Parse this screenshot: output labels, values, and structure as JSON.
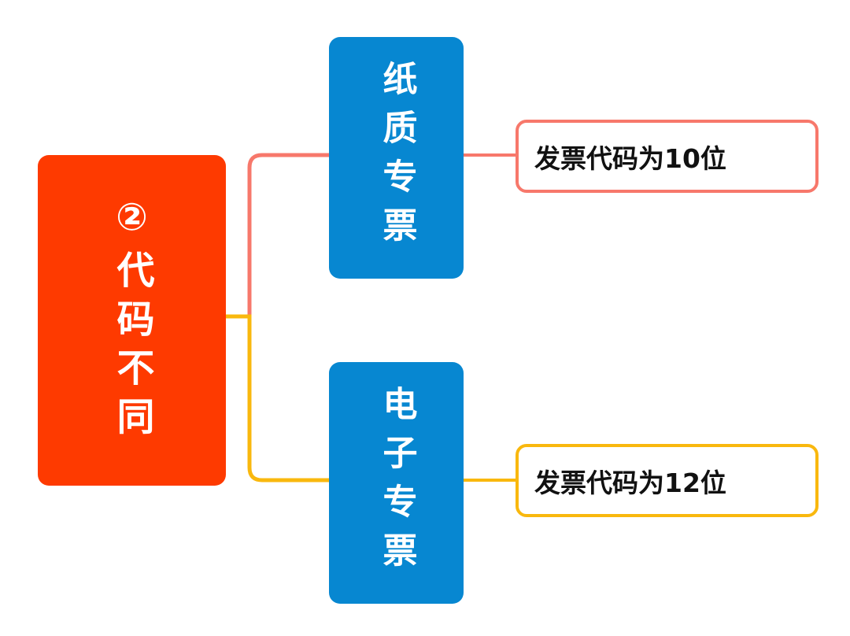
{
  "colors": {
    "root_fill": "#FE3A00",
    "branch_fill": "#0787D1",
    "top_line": "#F7786B",
    "bottom_line": "#F9B80E"
  },
  "root": {
    "label": "②代码不同"
  },
  "branches": [
    {
      "label": "纸质专票",
      "detail": "发票代码为10位",
      "line_color": "#F7786B"
    },
    {
      "label": "电子专票",
      "detail": "发票代码为12位",
      "line_color": "#F9B80E"
    }
  ]
}
